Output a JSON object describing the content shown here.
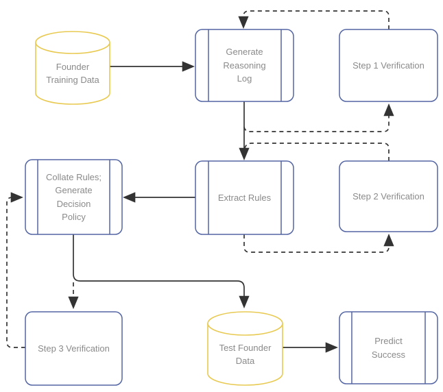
{
  "diagram": {
    "type": "flowchart",
    "nodes": {
      "founder_training_data": {
        "label": "Founder\nTraining Data",
        "shape": "cylinder-datastore"
      },
      "generate_reasoning_log": {
        "label": "Generate\nReasoning\nLog",
        "shape": "subroutine"
      },
      "step1_verification": {
        "label": "Step 1 Verification",
        "shape": "rounded-rect"
      },
      "collate_rules": {
        "label": "Collate Rules;\nGenerate\nDecision\nPolicy",
        "shape": "subroutine"
      },
      "extract_rules": {
        "label": "Extract Rules",
        "shape": "subroutine"
      },
      "step2_verification": {
        "label": "Step 2 Verification",
        "shape": "rounded-rect"
      },
      "step3_verification": {
        "label": "Step 3 Verification",
        "shape": "rounded-rect"
      },
      "test_founder_data": {
        "label": "Test Founder\nData",
        "shape": "cylinder-datastore"
      },
      "predict_success": {
        "label": "Predict\nSuccess",
        "shape": "subroutine"
      }
    },
    "edges": [
      {
        "from": "founder_training_data",
        "to": "generate_reasoning_log",
        "style": "solid"
      },
      {
        "from": "step1_verification",
        "to": "generate_reasoning_log",
        "style": "dashed"
      },
      {
        "from": "generate_reasoning_log",
        "to": "extract_rules",
        "style": "solid"
      },
      {
        "from": "generate_reasoning_log",
        "to": "step1_verification",
        "style": "dashed"
      },
      {
        "from": "step2_verification",
        "to": "extract_rules",
        "style": "dashed"
      },
      {
        "from": "extract_rules",
        "to": "collate_rules",
        "style": "solid"
      },
      {
        "from": "extract_rules",
        "to": "step2_verification",
        "style": "dashed"
      },
      {
        "from": "collate_rules",
        "to": "test_founder_data",
        "style": "solid"
      },
      {
        "from": "collate_rules",
        "to": "step3_verification",
        "style": "dashed"
      },
      {
        "from": "step3_verification",
        "to": "collate_rules",
        "style": "dashed"
      },
      {
        "from": "test_founder_data",
        "to": "predict_success",
        "style": "solid"
      }
    ]
  },
  "colors": {
    "node-border": "#5264a3",
    "datastore-border": "#e8ca52",
    "node-fill": "#ffffff",
    "label-text": "#8a8a8a",
    "edge-line": "#333333",
    "background": "#ffffff"
  }
}
